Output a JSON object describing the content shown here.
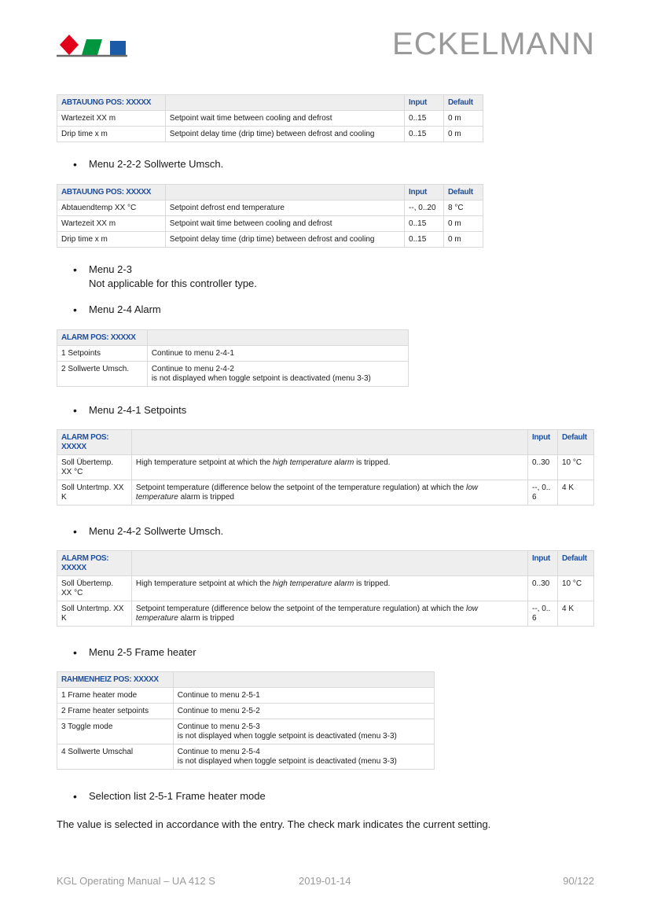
{
  "header": {
    "brand": "ECKELMANN",
    "logo_colors": [
      "#e2001a",
      "#00963f",
      "#1a5aa6"
    ]
  },
  "tables": {
    "t1": {
      "header": [
        "ABTAUUNG POS: XXXXX",
        "",
        "Input",
        "Default"
      ],
      "rows": [
        [
          "Wartezeit XX m",
          "Setpoint wait time between cooling and defrost",
          "0..15",
          "0 m"
        ],
        [
          "Drip time x m",
          "Setpoint delay time (drip time) between defrost and cooling",
          "0..15",
          "0 m"
        ]
      ]
    },
    "t2": {
      "header": [
        "ABTAUUNG POS: XXXXX",
        "",
        "Input",
        "Default"
      ],
      "rows": [
        [
          "Abtauendtemp XX °C",
          "Setpoint defrost end temperature",
          "--, 0..20",
          "8 °C"
        ],
        [
          "Wartezeit XX m",
          "Setpoint wait time between cooling and defrost",
          "0..15",
          "0 m"
        ],
        [
          "Drip time x m",
          "Setpoint delay time (drip time) between defrost and cooling",
          "0..15",
          "0 m"
        ]
      ]
    },
    "t3": {
      "header": [
        "ALARM POS: XXXXX",
        ""
      ],
      "rows": [
        [
          "1 Setpoints",
          "Continue to menu 2-4-1",
          ""
        ],
        [
          "2 Sollwerte Umsch.",
          "Continue to menu 2-4-2",
          "is not displayed when toggle setpoint is deactivated (menu 3-3)"
        ]
      ]
    },
    "t4": {
      "header": [
        "ALARM POS:",
        "XXXXX",
        "Input",
        "Default"
      ],
      "row1": [
        "Soll Übertemp.",
        "XX °C",
        "High temperature setpoint at which the ",
        "high temperature alarm",
        " is tripped.",
        "0..30",
        "10 °C"
      ],
      "row2": [
        "Soll Untertmp. XX",
        "K",
        "Setpoint temperature (difference below the setpoint of the temperature regulation) at which the ",
        "low",
        "temperature",
        " alarm is tripped",
        "--, 0..",
        "6",
        "4 K"
      ]
    },
    "t5": {
      "header": [
        "ALARM POS:",
        "XXXXX",
        "Input",
        "Default"
      ],
      "row1": [
        "Soll Übertemp.",
        "XX °C",
        "High temperature setpoint at which the ",
        "high temperature alarm",
        " is tripped.",
        "0..30",
        "10 °C"
      ],
      "row2": [
        "Soll Untertmp. XX",
        "K",
        "Setpoint temperature (difference below the setpoint of the temperature regulation) at which the ",
        "low",
        "temperature",
        " alarm is tripped",
        "--, 0..",
        "6",
        "4 K"
      ]
    },
    "t6": {
      "header": [
        "RAHMENHEIZ POS: XXXXX",
        ""
      ],
      "rows": [
        [
          "1 Frame heater mode",
          "Continue to menu 2-5-1",
          ""
        ],
        [
          "2 Frame heater setpoints",
          "Continue to menu 2-5-2",
          ""
        ],
        [
          "3 Toggle mode",
          "Continue to menu 2-5-3",
          "is not displayed when toggle setpoint is deactivated (menu 3-3)"
        ],
        [
          "4 Sollwerte Umschal",
          "Continue to menu 2-5-4",
          "is not displayed when toggle setpoint is deactivated (menu 3-3)"
        ]
      ]
    }
  },
  "bullets": {
    "b1": "Menu 2-2-2 Sollwerte Umsch.",
    "b2": "Menu 2-3",
    "b2_sub": "Not applicable for this controller type.",
    "b3": "Menu 2-4 Alarm",
    "b4": "Menu 2-4-1 Setpoints",
    "b5": "Menu 2-4-2 Sollwerte Umsch.",
    "b6": "Menu 2-5 Frame heater",
    "b7": "Selection list 2-5-1 Frame heater mode",
    "dot": "•"
  },
  "paragraph": "The value is selected in accordance with the entry. The check mark indicates the current setting.",
  "footer": {
    "left": "KGL Operating Manual – UA 412 S",
    "date": "2019-01-14",
    "page": "90/122"
  }
}
